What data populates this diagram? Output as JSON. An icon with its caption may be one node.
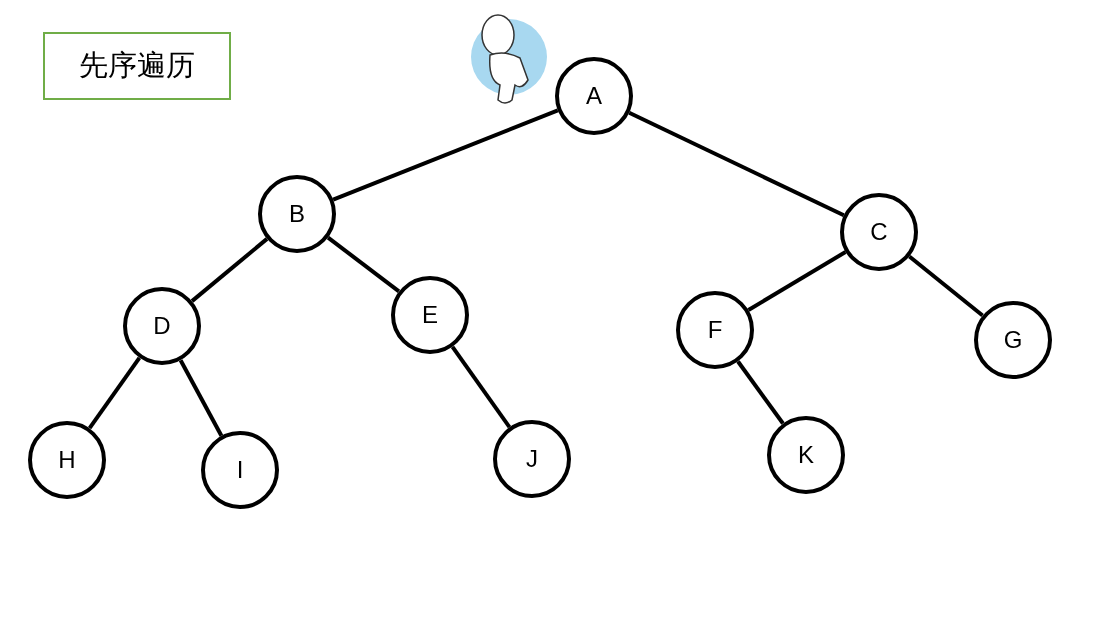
{
  "diagram": {
    "title": "先序遍历",
    "nodes": [
      {
        "text": [
          "A"
        ]
      },
      {
        "text": [
          "B"
        ]
      },
      {
        "text": [
          "C"
        ]
      },
      {
        "text": [
          "D"
        ]
      },
      {
        "text": [
          "E"
        ]
      },
      {
        "text": [
          "F"
        ]
      },
      {
        "text": [
          "G"
        ]
      },
      {
        "text": [
          "H"
        ]
      },
      {
        "text": [
          "I"
        ]
      },
      {
        "text": [
          "J"
        ]
      },
      {
        "text": [
          "K"
        ]
      }
    ],
    "edges": [
      {
        "from": 0,
        "to": 1,
        "arrow": "none"
      },
      {
        "from": 0,
        "to": 2,
        "arrow": "none"
      },
      {
        "from": 1,
        "to": 3,
        "arrow": "none"
      },
      {
        "from": 1,
        "to": 4,
        "arrow": "none"
      },
      {
        "from": 2,
        "to": 5,
        "arrow": "none"
      },
      {
        "from": 2,
        "to": 6,
        "arrow": "none"
      },
      {
        "from": 3,
        "to": 7,
        "arrow": "none"
      },
      {
        "from": 3,
        "to": 8,
        "arrow": "none"
      },
      {
        "from": 4,
        "to": 9,
        "arrow": "none"
      },
      {
        "from": 5,
        "to": 10,
        "arrow": "none"
      }
    ]
  }
}
